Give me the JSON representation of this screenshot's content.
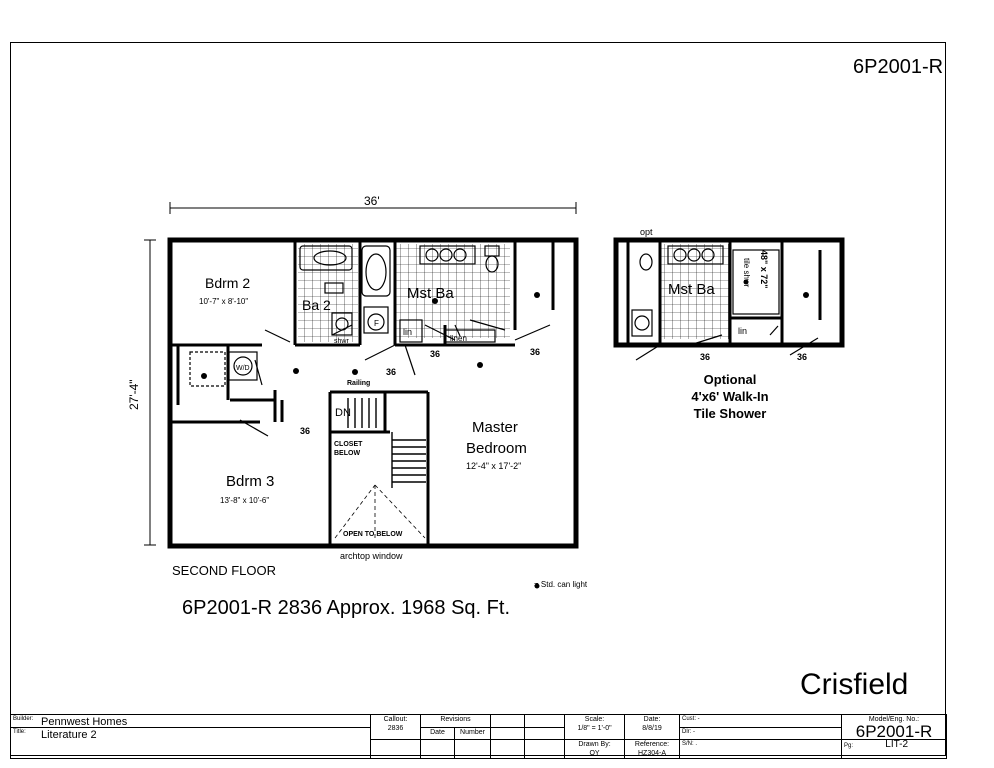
{
  "model_number": "6P2001-R",
  "plan_name": "Crisfield",
  "floor_label": "SECOND FLOOR",
  "caption": "6P2001-R 2836  Approx. 1968 Sq. Ft.",
  "legend": "= Std. can light",
  "dimensions": {
    "width": "36'",
    "depth": "27'-4\""
  },
  "rooms": {
    "bdrm2": {
      "name": "Bdrm 2",
      "size": "10'-7\" x 8'-10\""
    },
    "ba2": "Ba 2",
    "mst_ba": "Mst Ba",
    "master": {
      "name1": "Master",
      "name2": "Bedroom",
      "size": "12'-4\" x 17'-2\""
    },
    "bdrm3": {
      "name": "Bdrm 3",
      "size": "13'-8\" x 10'-6\""
    },
    "lin": "lin",
    "linen": "linen",
    "railing": "Railing",
    "dn": "DN",
    "closet_below_1": "CLOSET",
    "closet_below_2": "BELOW",
    "open_to_below": "OPEN TO BELOW",
    "archtop_window": "archtop window",
    "door_36": "36",
    "fixture_f": "F",
    "fixture_wd": "W/D",
    "shower": "shwr"
  },
  "optional": {
    "line1": "Optional",
    "line2": "4'x6' Walk-In",
    "line3": "Tile Shower",
    "opt": "opt",
    "mst_ba": "Mst Ba",
    "shower_size": "48\" x 72\"",
    "shower_type": "tile shwr",
    "lin": "lin"
  },
  "title_block": {
    "builder_label": "Builder:",
    "builder": "Pennwest Homes",
    "title_label": "Title:",
    "title": "Literature 2",
    "callout_label": "Callout:",
    "callout": "2836",
    "revisions_label": "Revisions",
    "date_col": "Date",
    "number_col": "Number",
    "scale_label": "Scale:",
    "scale": "1/8\" = 1'-0\"",
    "drawn_label": "Drawn By:",
    "drawn": "OY",
    "date_label": "Date:",
    "date": "8/8/19",
    "reference_label": "Reference:",
    "reference": "HZ304-A",
    "cust_label": "Cust: -",
    "dlr_label": "Dlr:  -",
    "sn_label": "S/N:  .",
    "model_label": "Model/Eng. No.:",
    "model": "6P2001-R",
    "pg_label": "Pg:",
    "pg": "LIT-2"
  }
}
